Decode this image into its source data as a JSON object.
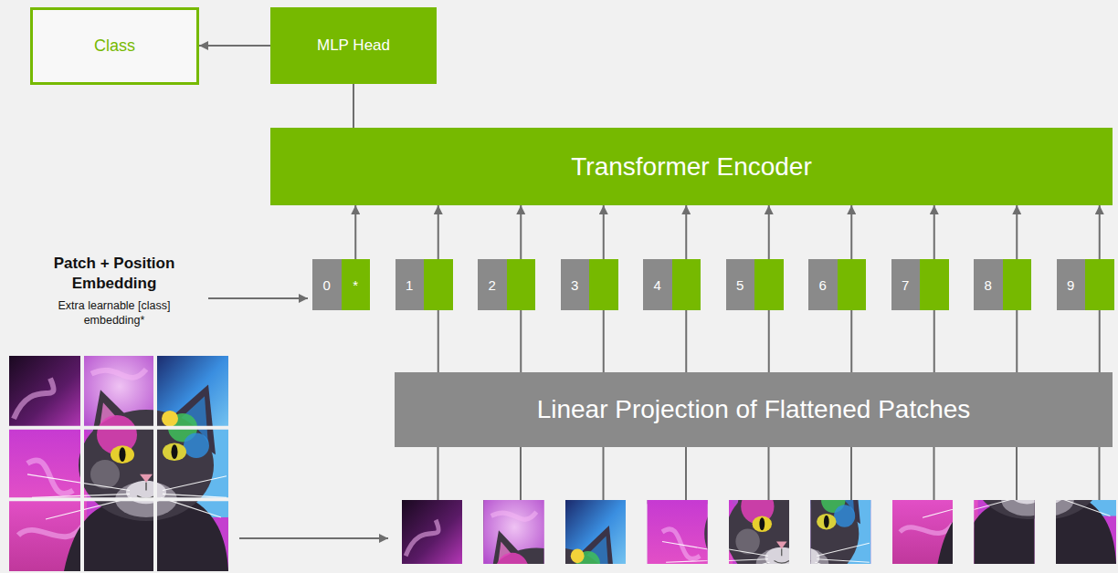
{
  "diagram": {
    "nodes": [
      {
        "text": [
          "Class"
        ]
      },
      {
        "text": [
          "MLP Head"
        ]
      },
      {
        "text": [
          "Transformer Encoder"
        ]
      },
      {
        "text": [
          "0",
          "*"
        ]
      },
      {
        "text": [
          "1"
        ]
      },
      {
        "text": [
          "2"
        ]
      },
      {
        "text": [
          "3"
        ]
      },
      {
        "text": [
          "4"
        ]
      },
      {
        "text": [
          "5"
        ]
      },
      {
        "text": [
          "6"
        ]
      },
      {
        "text": [
          "7"
        ]
      },
      {
        "text": [
          "8"
        ]
      },
      {
        "text": [
          "9"
        ]
      },
      {
        "text": [
          "Linear Projection of Flattened Patches"
        ]
      }
    ],
    "edges": [
      {
        "from": 1,
        "to": 0,
        "arrow": "to"
      },
      {
        "from": 2,
        "to": 1,
        "arrow": "none"
      },
      {
        "from": 3,
        "to": 2,
        "arrow": "to"
      },
      {
        "from": 4,
        "to": 2,
        "arrow": "to"
      },
      {
        "from": 5,
        "to": 2,
        "arrow": "to"
      },
      {
        "from": 6,
        "to": 2,
        "arrow": "to"
      },
      {
        "from": 7,
        "to": 2,
        "arrow": "to"
      },
      {
        "from": 8,
        "to": 2,
        "arrow": "to"
      },
      {
        "from": 9,
        "to": 2,
        "arrow": "to"
      },
      {
        "from": 10,
        "to": 2,
        "arrow": "to"
      },
      {
        "from": 11,
        "to": 2,
        "arrow": "to"
      },
      {
        "from": 12,
        "to": 2,
        "arrow": "to"
      },
      {
        "from": 13,
        "to": 4,
        "arrow": "none"
      },
      {
        "from": 13,
        "to": 5,
        "arrow": "none"
      },
      {
        "from": 13,
        "to": 6,
        "arrow": "none"
      },
      {
        "from": 13,
        "to": 7,
        "arrow": "none"
      },
      {
        "from": 13,
        "to": 8,
        "arrow": "none"
      },
      {
        "from": 13,
        "to": 9,
        "arrow": "none"
      },
      {
        "from": 13,
        "to": 10,
        "arrow": "none"
      },
      {
        "from": 13,
        "to": 11,
        "arrow": "none"
      },
      {
        "from": 13,
        "to": 12,
        "arrow": "none"
      }
    ],
    "labels": [
      "Patch + Position Embedding",
      "Extra learnable [class] embedding*"
    ]
  }
}
